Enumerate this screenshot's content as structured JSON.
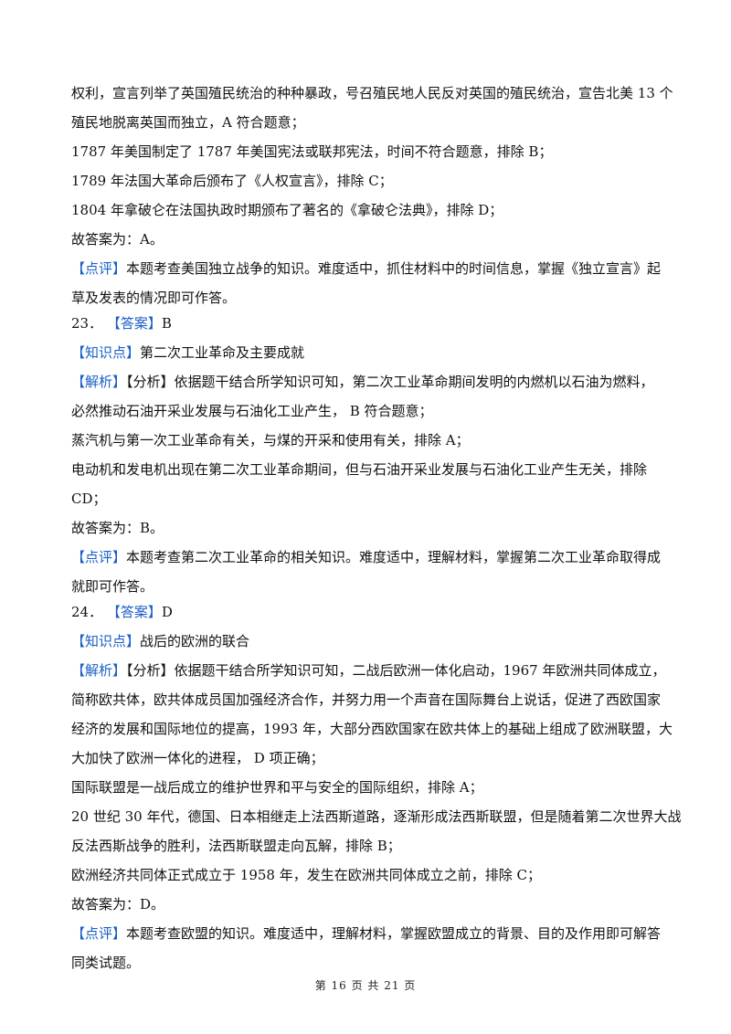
{
  "section1": {
    "lines": [
      "权利，宣言列举了英国殖民统治的种种暴政，号召殖民地人民反对英国的殖民统治，宣告北美 13 个",
      "殖民地脱离英国而独立，A 符合题意；",
      "1787 年美国制定了 1787 年美国宪法或联邦宪法，时间不符合题意，排除 B；",
      "1789 年法国大革命后颁布了《人权宣言》，排除 C；",
      "1804 年拿破仑在法国执政时期颁布了著名的《拿破仑法典》，排除 D；",
      "故答案为：A。"
    ],
    "comment_tag": "【点评】",
    "comment_l1": "本题考查美国独立战争的知识。难度适中，抓住材料中的时间信息，掌握《独立宣言》起",
    "comment_l2": "草及发表的情况即可作答。"
  },
  "q23": {
    "num": "23．",
    "answer_tag": "【答案】",
    "answer": "B",
    "kp_tag": "【知识点】",
    "kp": "第二次工业革命及主要成就",
    "analysis_tag": "【解析】",
    "analysis_l1": "【分析】依据题干结合所学知识可知，第二次工业革命期间发明的内燃机以石油为燃料，",
    "lines": [
      "必然推动石油开采业发展与石油化工业产生， B 符合题意；",
      "蒸汽机与第一次工业革命有关，与煤的开采和使用有关，排除 A；",
      "电动机和发电机出现在第二次工业革命期间，但与石油开采业发展与石油化工业产生无关，排除",
      "CD；",
      "故答案为：B。"
    ],
    "comment_tag": "【点评】",
    "comment_l1": "本题考查第二次工业革命的相关知识。难度适中，理解材料，掌握第二次工业革命取得成",
    "comment_l2": "就即可作答。"
  },
  "q24": {
    "num": "24．",
    "answer_tag": "【答案】",
    "answer": "D",
    "kp_tag": "【知识点】",
    "kp": "战后的欧洲的联合",
    "analysis_tag": "【解析】",
    "analysis_l1": "【分析】依据题干结合所学知识可知，二战后欧洲一体化启动，1967 年欧洲共同体成立，",
    "lines": [
      "简称欧共体，欧共体成员国加强经济合作，并努力用一个声音在国际舞台上说话，促进了西欧国家",
      "经济的发展和国际地位的提高，1993 年，大部分西欧国家在欧共体上的基础上组成了欧洲联盟，大",
      "大加快了欧洲一体化的进程， D 项正确；",
      "国际联盟是一战后成立的维护世界和平与安全的国际组织，排除 A；",
      "20 世纪 30 年代，德国、日本相继走上法西斯道路，逐渐形成法西斯联盟，但是随着第二次世界大战",
      "反法西斯战争的胜利，法西斯联盟走向瓦解，排除 B；",
      "欧洲经济共同体正式成立于 1958 年，发生在欧洲共同体成立之前，排除 C；",
      "故答案为：D。"
    ],
    "comment_tag": "【点评】",
    "comment_l1": "本题考查欧盟的知识。难度适中，理解材料，掌握欧盟成立的背景、目的及作用即可解答",
    "comment_l2": "同类试题。"
  },
  "footer": "第 16 页 共 21 页"
}
